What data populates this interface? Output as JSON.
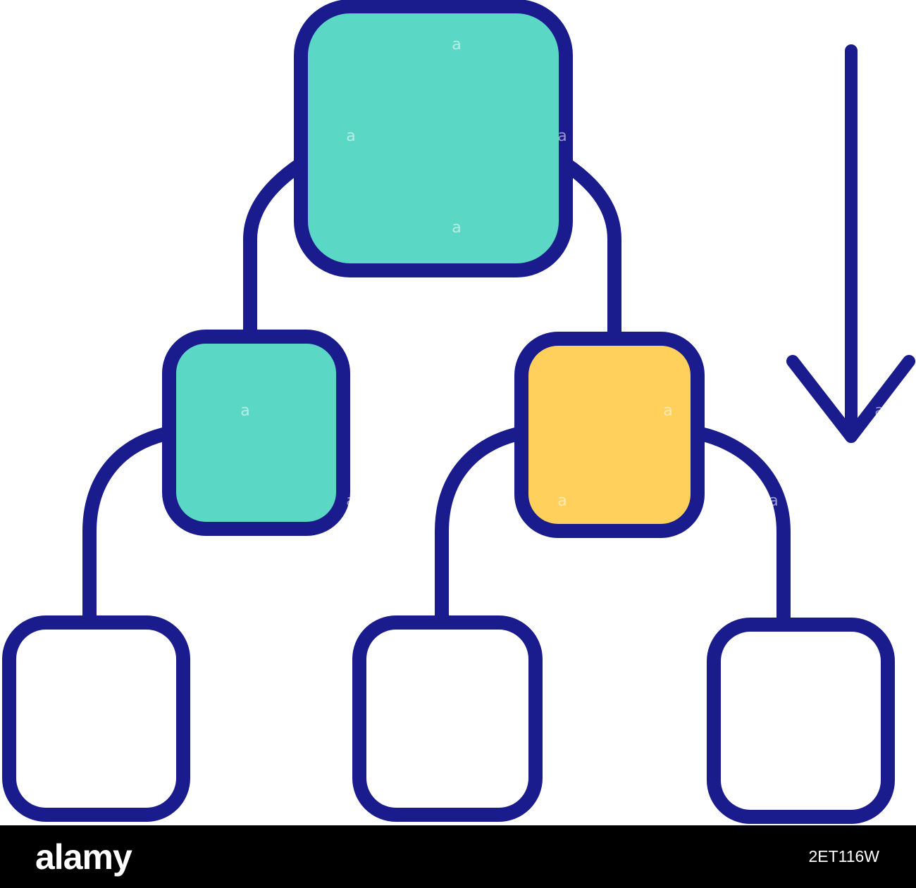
{
  "colors": {
    "stroke": "#1a1b8c",
    "teal": "#5bd7c6",
    "yellow": "#ffd05b",
    "white": "#ffffff",
    "banner_bg": "#000000",
    "watermark": "#ffffff"
  },
  "diagram": {
    "nodes": [
      {
        "id": "root",
        "fill": "teal"
      },
      {
        "id": "left-child",
        "fill": "teal"
      },
      {
        "id": "right-child",
        "fill": "yellow"
      },
      {
        "id": "leaf-left",
        "fill": "white"
      },
      {
        "id": "leaf-middle",
        "fill": "white"
      },
      {
        "id": "leaf-right",
        "fill": "white"
      }
    ],
    "edges": [
      {
        "from": "root",
        "to": "left-child"
      },
      {
        "from": "root",
        "to": "right-child"
      },
      {
        "from": "left-child",
        "to": "leaf-left"
      },
      {
        "from": "right-child",
        "to": "leaf-middle"
      },
      {
        "from": "right-child",
        "to": "leaf-right"
      }
    ],
    "direction_icon": "arrow-down-icon"
  },
  "banner": {
    "logo": "alamy",
    "image_id": "2ET116W"
  }
}
